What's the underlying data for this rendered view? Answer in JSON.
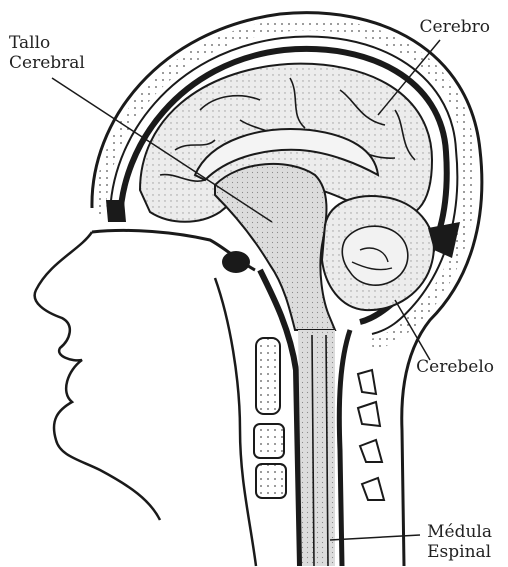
{
  "labels": {
    "tallo_cerebral": {
      "line1": "Tallo",
      "line2": "Cerebral"
    },
    "cerebro": "Cerebro",
    "cerebelo": "Cerebelo",
    "medula_espinal": {
      "line1": "Médula",
      "line2": "Espinal"
    }
  },
  "colors": {
    "outline": "#1a1a1a",
    "brain_fill": "#ebebeb",
    "stem_fill": "#d6d6d6",
    "background": "#ffffff"
  }
}
